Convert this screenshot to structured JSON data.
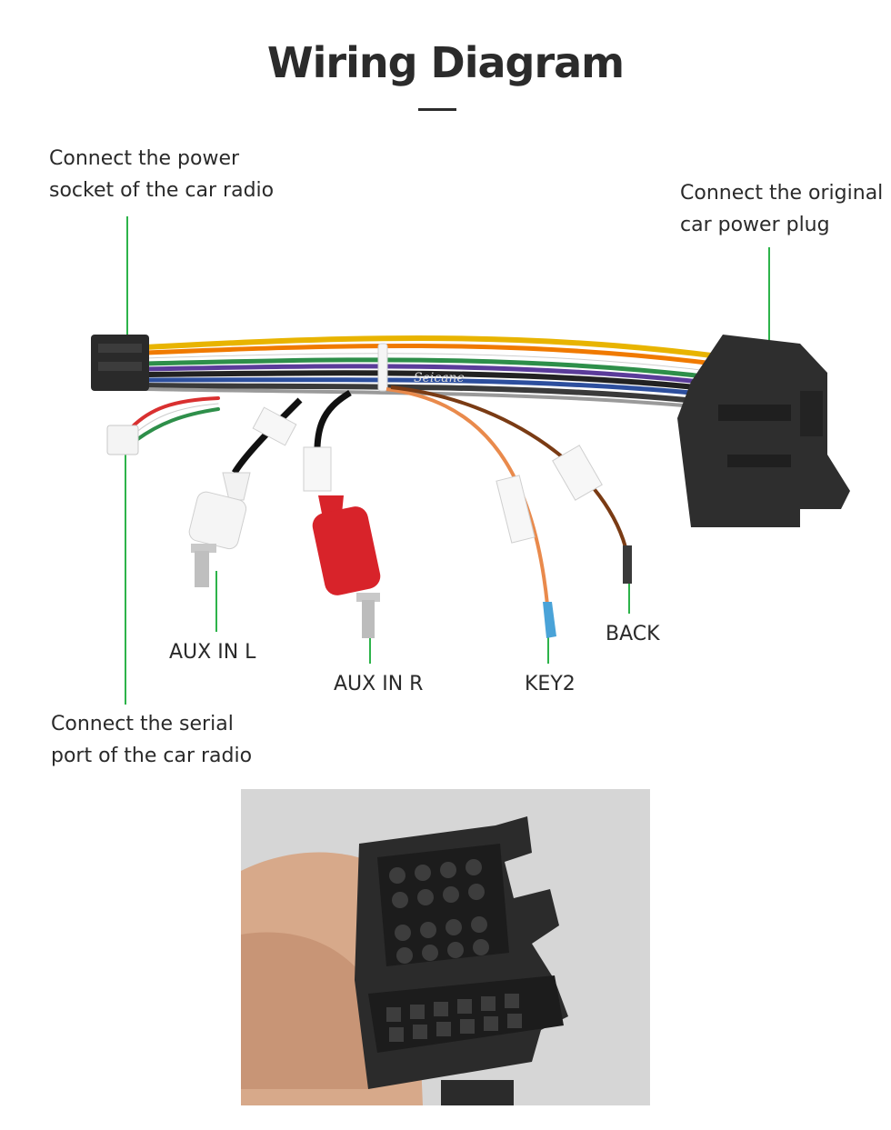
{
  "title": "Wiring Diagram",
  "labels": {
    "power_socket": [
      "Connect the power",
      "socket of the car radio"
    ],
    "original_plug": [
      "Connect the original",
      "car power plug"
    ],
    "aux_l": "AUX IN L",
    "aux_r": "AUX IN R",
    "key2": "KEY2",
    "back": "BACK",
    "serial_port": [
      "Connect the serial",
      "port of the car radio"
    ]
  },
  "brand": "Seicane",
  "colors": {
    "leader_line": "#2db34a",
    "connector": "#2a2a2a",
    "rca_red": "#d8232a",
    "rca_white": "#f2f2f2"
  }
}
